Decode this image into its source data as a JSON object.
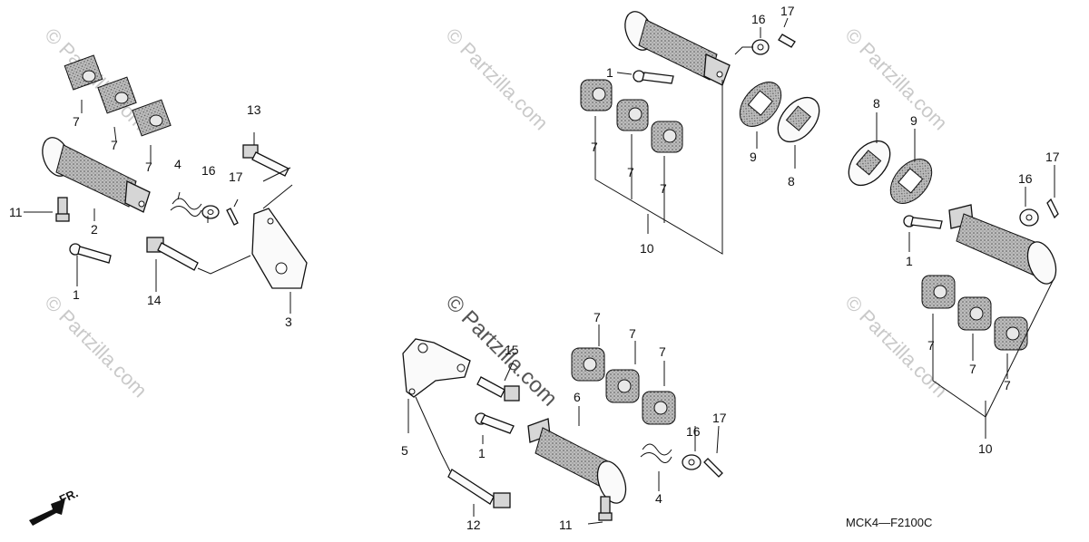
{
  "diagram": {
    "callouts": [
      "1",
      "2",
      "3",
      "4",
      "5",
      "6",
      "7",
      "8",
      "9",
      "10",
      "11",
      "12",
      "13",
      "14",
      "15",
      "16",
      "17"
    ],
    "code": "MCK4—F2100C",
    "front": "FR.",
    "watermark": "© Partzilla.com"
  }
}
